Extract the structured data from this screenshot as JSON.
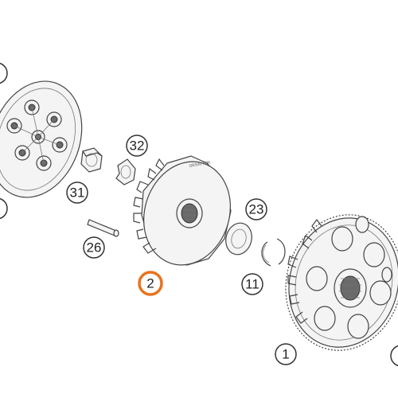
{
  "diagram": {
    "highlight_color": "#e8731f",
    "callouts": [
      {
        "id": "c32",
        "label": "32",
        "highlighted": false
      },
      {
        "id": "c31",
        "label": "31",
        "highlighted": false
      },
      {
        "id": "c26",
        "label": "26",
        "highlighted": false
      },
      {
        "id": "c23",
        "label": "23",
        "highlighted": false
      },
      {
        "id": "c11",
        "label": "11",
        "highlighted": false
      },
      {
        "id": "c2",
        "label": "2",
        "highlighted": true
      },
      {
        "id": "c1",
        "label": "1",
        "highlighted": false
      }
    ]
  }
}
